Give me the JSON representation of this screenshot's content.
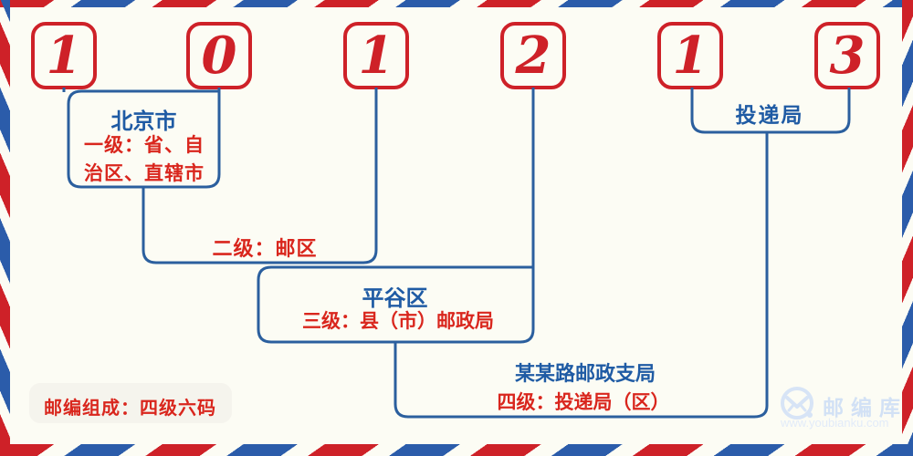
{
  "code": {
    "digits": [
      "1",
      "0",
      "1",
      "2",
      "1",
      "3"
    ]
  },
  "levels": {
    "level1": {
      "name": "北京市",
      "desc": "一级：省、自\n治区、直辖市"
    },
    "level2": {
      "desc": "二级：邮区"
    },
    "level3": {
      "name": "平谷区",
      "desc": "三级：县（市）邮政局"
    },
    "level4": {
      "name": "某某路邮政支局",
      "desc": "四级：投递局（区）"
    },
    "delivery_office": {
      "name": "投递局"
    }
  },
  "footer": {
    "composition": "邮编组成：四级六码"
  },
  "watermark": {
    "brand": "邮编库",
    "url": "www.youbianku.com",
    "icon": "circled-envelope"
  },
  "colors": {
    "background": "#fcfcf4",
    "stripe_red": "#ce2128",
    "stripe_blue": "#2b5caa",
    "digit_red": "#ce2128",
    "red_text": "#d9261d",
    "blue_line": "#2b5f9e",
    "blue_text": "#1f5ba4",
    "badge_bg": "#f5f4ed",
    "watermark_blue": "#d2e1f5"
  }
}
